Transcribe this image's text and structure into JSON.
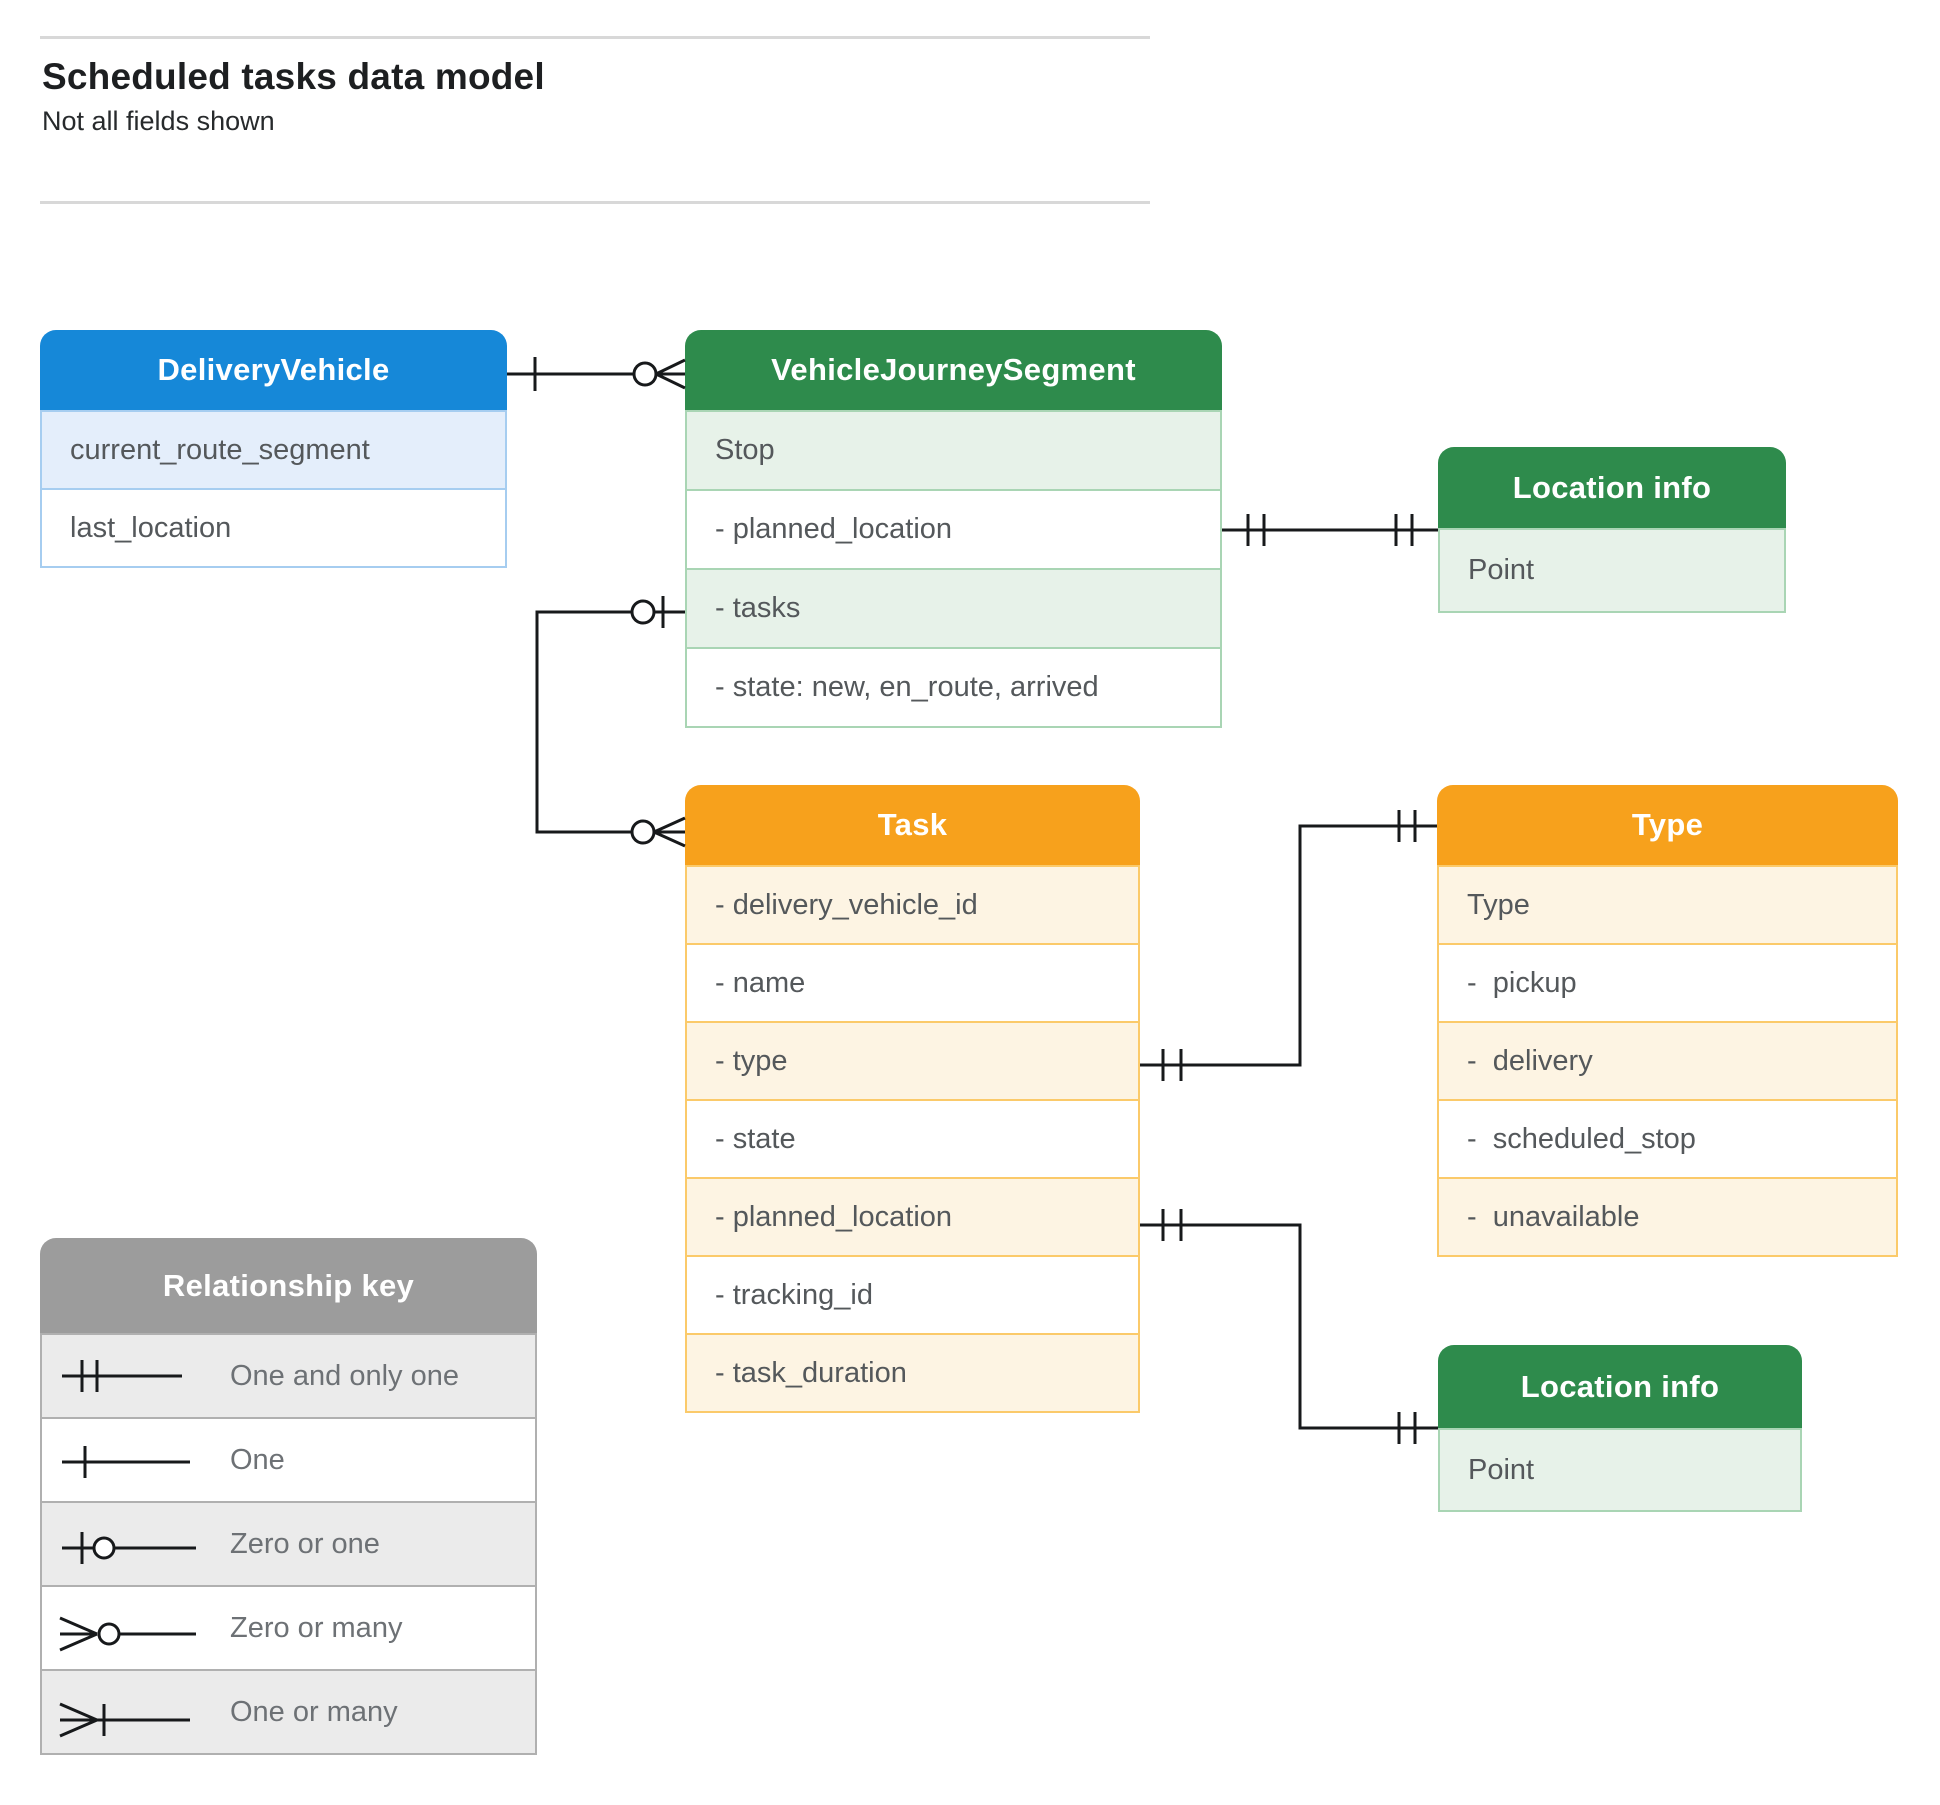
{
  "page": {
    "title": "Scheduled tasks data model",
    "subtitle": "Not all fields shown"
  },
  "colors": {
    "blue": "#1688d8",
    "blue_tint": "#e4eefb",
    "blue_border": "#a6cdf0",
    "green": "#2e8b4c",
    "green_tint": "#e7f2e9",
    "green_border": "#a9d5b4",
    "orange": "#f7a11c",
    "orange_tint": "#fdf4e3",
    "orange_border": "#fbca6a",
    "gray": "#9c9c9c",
    "gray_tint": "#ebebeb",
    "gray_border": "#b0b0b0",
    "ink": "#17191b",
    "row_text": "#54585b",
    "legend_text": "#6d7175",
    "title_text": "#1d1f21",
    "rule": "#d8d8d8"
  },
  "entities": {
    "delivery_vehicle": {
      "title": "DeliveryVehicle",
      "rows": [
        "current_route_segment",
        "last_location"
      ]
    },
    "vehicle_journey_segment": {
      "title": "VehicleJourneySegment",
      "rows": [
        "Stop",
        "- planned_location",
        "- tasks",
        "- state: new, en_route, arrived"
      ]
    },
    "location_info_1": {
      "title": "Location info",
      "rows": [
        "Point"
      ]
    },
    "task": {
      "title": "Task",
      "rows": [
        "- delivery_vehicle_id",
        "- name",
        "- type",
        "- state",
        "- planned_location",
        "- tracking_id",
        "- task_duration"
      ]
    },
    "type": {
      "title": "Type",
      "rows": [
        "Type",
        "-  pickup",
        "-  delivery",
        "-  scheduled_stop",
        "-  unavailable"
      ]
    },
    "location_info_2": {
      "title": "Location info",
      "rows": [
        "Point"
      ]
    }
  },
  "legend": {
    "title": "Relationship key",
    "items": [
      "One and only one",
      "One",
      "Zero or one",
      "Zero or many",
      "One or many"
    ]
  },
  "relationships": [
    {
      "from": "DeliveryVehicle",
      "to": "VehicleJourneySegment",
      "from_cardinality": "one",
      "to_cardinality": "zero or many"
    },
    {
      "from": "VehicleJourneySegment.tasks",
      "to": "Task",
      "from_cardinality": "zero or one",
      "to_cardinality": "zero or many"
    },
    {
      "from": "VehicleJourneySegment.planned_location",
      "to": "Location info",
      "from_cardinality": "one and only one",
      "to_cardinality": "one and only one"
    },
    {
      "from": "Task.type",
      "to": "Type",
      "from_cardinality": "one and only one",
      "to_cardinality": "one and only one"
    },
    {
      "from": "Task.planned_location",
      "to": "Location info",
      "from_cardinality": "one and only one",
      "to_cardinality": "one and only one"
    }
  ]
}
